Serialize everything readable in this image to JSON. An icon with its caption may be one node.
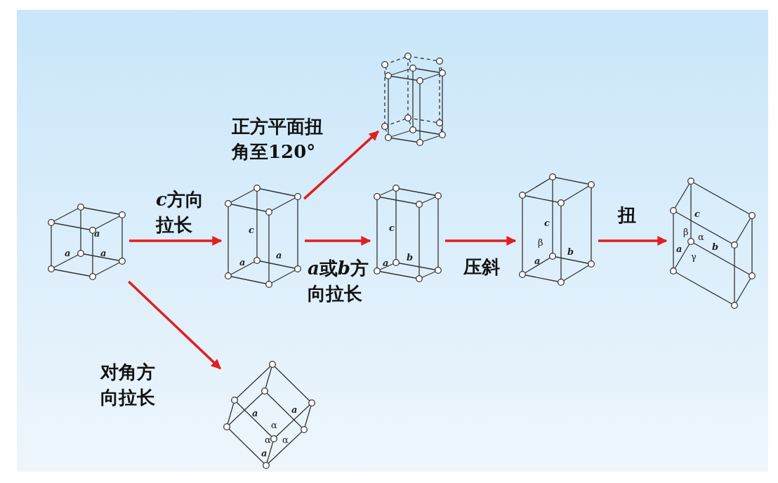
{
  "diagram": {
    "nodes": [
      {
        "text": [
          "a",
          "a",
          "a"
        ]
      },
      {
        "text": [
          "c",
          "a",
          "a"
        ]
      },
      {
        "text": [],
        "shape": "picture"
      },
      {
        "text": [
          "c",
          "a",
          "b"
        ]
      },
      {
        "text": [
          "c",
          "β",
          "a",
          "b"
        ]
      },
      {
        "text": [
          "c",
          "β",
          "α",
          "a",
          "b",
          "γ"
        ]
      },
      {
        "text": [
          "a",
          "a",
          "α",
          "α",
          "α",
          "a"
        ]
      }
    ],
    "edges": [
      {
        "from": 0,
        "to": 1,
        "arrow": "to",
        "label": "c方向拉长"
      },
      {
        "from": 1,
        "to": 2,
        "arrow": "to",
        "label": "正方平面扭角至120°"
      },
      {
        "from": 1,
        "to": 3,
        "arrow": "to",
        "label": "a或b方向拉长"
      },
      {
        "from": 3,
        "to": 4,
        "arrow": "to",
        "label": "压斜"
      },
      {
        "from": 4,
        "to": 5,
        "arrow": "to",
        "label": "扭"
      },
      {
        "from": 0,
        "to": 6,
        "arrow": "to",
        "label": "对角方向拉长"
      }
    ]
  }
}
